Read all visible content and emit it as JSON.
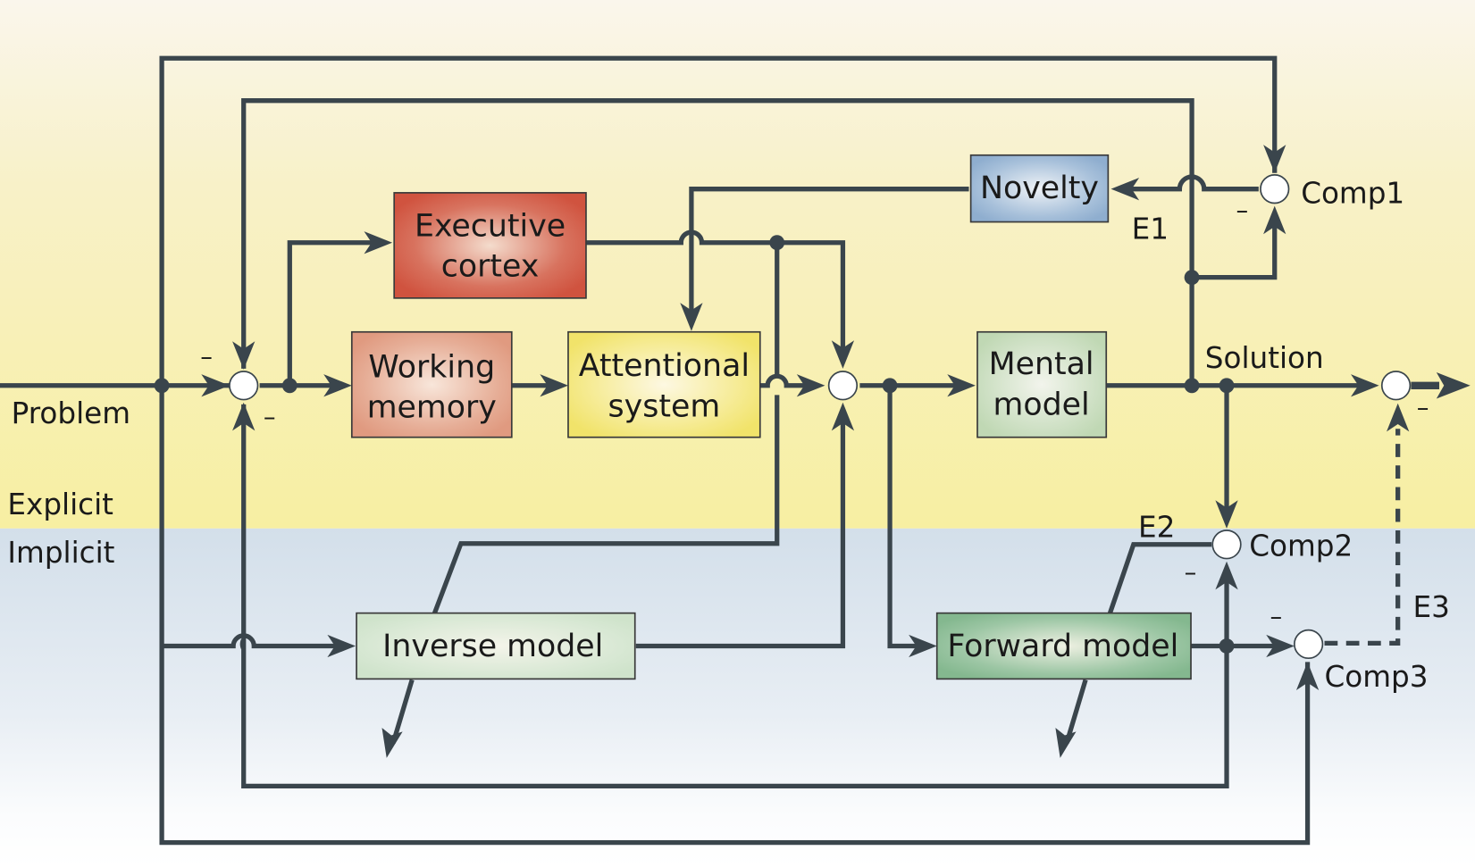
{
  "diagram": {
    "title": "Explicit and implicit problem-solving control loop",
    "zones": {
      "explicit": {
        "label": "Explicit",
        "color": "#f7f0a6"
      },
      "implicit": {
        "label": "Implicit",
        "color": "#d5e0ea"
      }
    },
    "io": {
      "input": "Problem",
      "output": "Solution"
    },
    "boxes": [
      {
        "id": "executive",
        "lines": [
          "Executive",
          "cortex"
        ],
        "color": "#d0533f",
        "highlight": "#f4dccd"
      },
      {
        "id": "working",
        "lines": [
          "Working",
          "memory"
        ],
        "color": "#e09a80",
        "highlight": "#f8e6da"
      },
      {
        "id": "attention",
        "lines": [
          "Attentional",
          "system"
        ],
        "color": "#f1e36a",
        "highlight": "#fdf8e2"
      },
      {
        "id": "novelty",
        "lines": [
          "Novelty"
        ],
        "color": "#8faecf",
        "highlight": "#eef2f6"
      },
      {
        "id": "mental",
        "lines": [
          "Mental",
          "model"
        ],
        "color": "#c0d8b4",
        "highlight": "#f2f4ec"
      },
      {
        "id": "inverse",
        "lines": [
          "Inverse model"
        ],
        "color": "#cfe3cb",
        "highlight": "#f4f4ea"
      },
      {
        "id": "forward",
        "lines": [
          "Forward model"
        ],
        "color": "#84b88f",
        "highlight": "#eef0e2"
      }
    ],
    "comparators": [
      "Comp1",
      "Comp2",
      "Comp3"
    ],
    "errors": [
      "E1",
      "E2",
      "E3"
    ],
    "minus_sign": "–",
    "wire_color": "#3a454c"
  }
}
